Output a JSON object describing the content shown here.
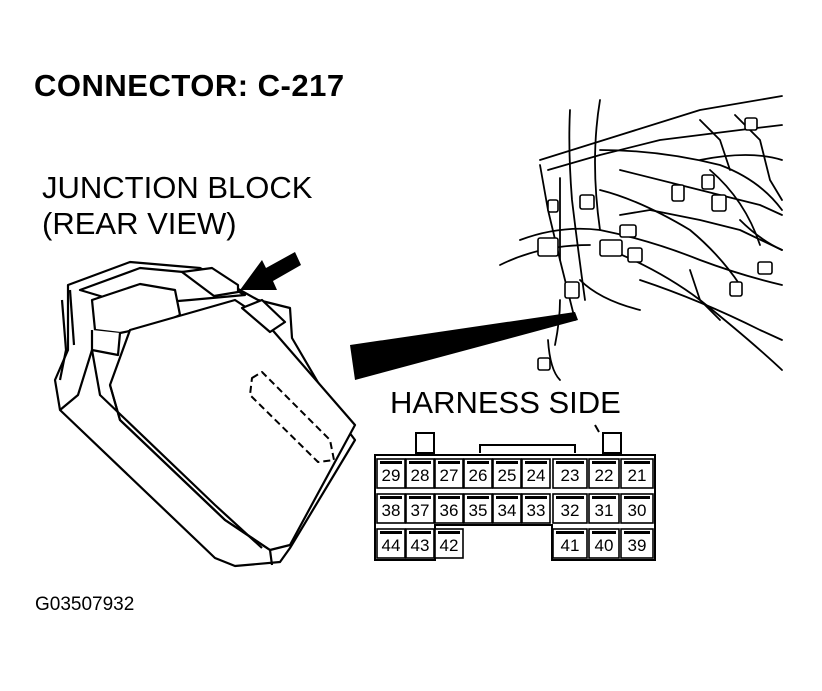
{
  "title": "CONNECTOR: C-217",
  "junction_block": {
    "line1": "JUNCTION BLOCK",
    "line2": "(REAR VIEW)"
  },
  "harness_label": "HARNESS SIDE",
  "figure_id": "G03507932",
  "pins": {
    "row1": [
      "29",
      "28",
      "27",
      "26",
      "25",
      "24",
      "23",
      "22",
      "21"
    ],
    "row2": [
      "38",
      "37",
      "36",
      "35",
      "34",
      "33",
      "32",
      "31",
      "30"
    ],
    "row3": [
      "44",
      "43",
      "42",
      "",
      "",
      "",
      "41",
      "40",
      "39"
    ]
  }
}
